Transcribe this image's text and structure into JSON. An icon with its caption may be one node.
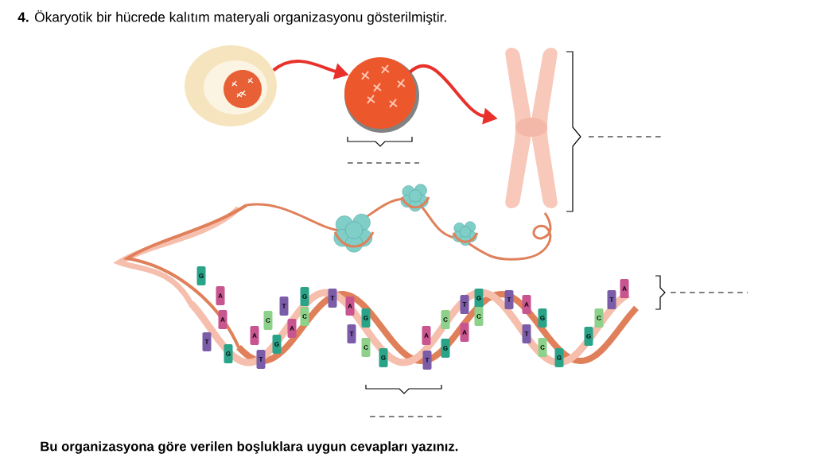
{
  "diagram": {
    "title": "**4.** Ökaryotik bir hücrede kalıtım materyali organizasyonu gösterilmiştir.",
    "caption": "Bu organizasyona göre verilen boşluklara uygun cevapları yazınız.",
    "nodes": [
      {
        "text": [],
        "shape": "picture"
      },
      {
        "text": [],
        "shape": "picture"
      },
      {
        "text": [],
        "shape": "picture"
      }
    ],
    "edges": [
      {
        "from": 0,
        "to": 1,
        "arrow": "to"
      },
      {
        "from": 1,
        "to": 2,
        "arrow": "to"
      }
    ],
    "labels": [
      "G",
      "A",
      "A",
      "T",
      "G",
      "A",
      "C",
      "T",
      "G",
      "T",
      "A",
      "G",
      "C",
      "T",
      "A",
      "T",
      "G",
      "C",
      "G",
      "A",
      "T",
      "C",
      "G",
      "T",
      "A",
      "G",
      "C",
      "T",
      "A",
      "T",
      "G",
      "C",
      "G",
      "G",
      "C",
      "T",
      "A"
    ]
  }
}
